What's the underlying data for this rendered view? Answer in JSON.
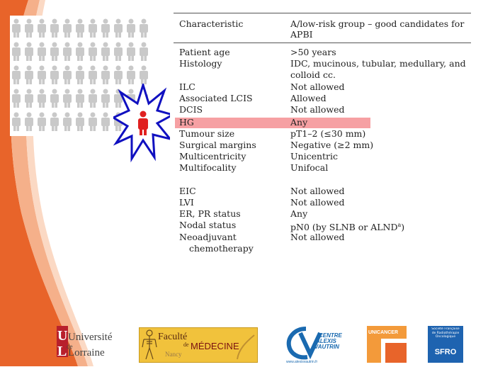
{
  "table": {
    "header": {
      "characteristic": "Characteristic",
      "group": "A/low-risk group – good candidates for APBI"
    },
    "rows": [
      {
        "c": "Patient age",
        "v": ">50 years"
      },
      {
        "c": "Histology",
        "v": "IDC, mucinous, tubular, medullary, and"
      },
      {
        "c": "",
        "v": "colloid cc."
      },
      {
        "c": "ILC",
        "v": "Not allowed"
      },
      {
        "c": "Associated LCIS",
        "v": "Allowed"
      },
      {
        "c": "DCIS",
        "v": "Not allowed"
      },
      {
        "c": "HG",
        "v": "Any"
      },
      {
        "c": "Tumour size",
        "v": "pT1–2 (≤30 mm)"
      },
      {
        "c": "Surgical margins",
        "v": "Negative (≥2 mm)"
      },
      {
        "c": "Multicentricity",
        "v": "Unicentric"
      },
      {
        "c": "Multifocality",
        "v": "Unifocal"
      },
      {
        "c": "EIC",
        "v": "Not allowed"
      },
      {
        "c": "LVI",
        "v": "Not allowed"
      },
      {
        "c": "ER, PR status",
        "v": "Any"
      },
      {
        "c": "Nodal status",
        "v": "pN0 (by SLNB or ALND",
        "sup": "a",
        "v_end": ")"
      },
      {
        "c": "Neoadjuvant",
        "v": "Not allowed"
      },
      {
        "c": "chemotherapy",
        "v": ""
      }
    ]
  },
  "logos": {
    "universite_1": "Université",
    "universite_de": "de",
    "universite_2": "Lorraine",
    "faculte_1": "Faculté",
    "faculte_de": "de",
    "faculte_2": "MÉDECINE",
    "faculte_nancy": "Nancy",
    "cav_1": "CENTRE",
    "cav_2": "ALEXIS",
    "cav_3": "VAUTRIN",
    "cav_url": "www.alexisvautrin.fr",
    "unicancer": "UNICANCER",
    "sfro_small": "Société Française de Radiothérapie Oncologique",
    "sfro": "SFRO"
  },
  "colors": {
    "orange": "#e8642a",
    "highlight": "#f6a0a3",
    "person_gray": "#c9c9c9",
    "person_red": "#e02020",
    "burst_blue": "#1010c0"
  }
}
